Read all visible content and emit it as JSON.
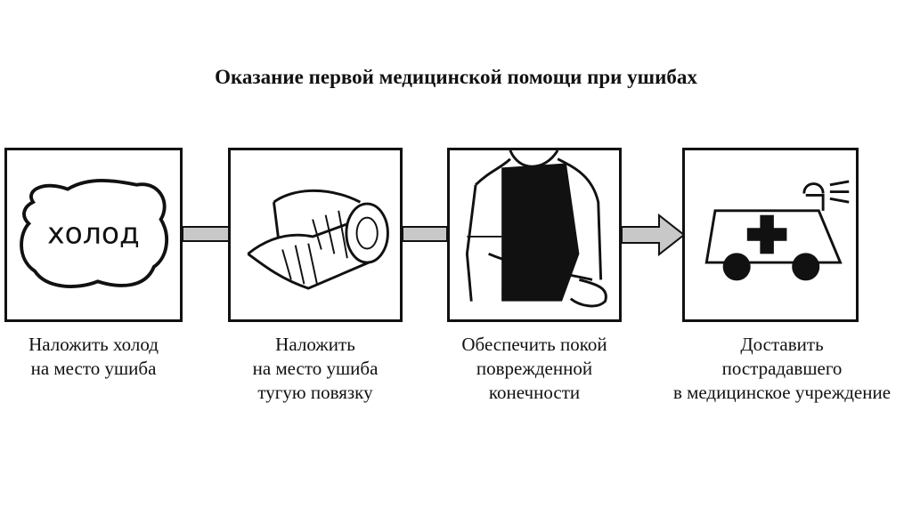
{
  "title": "Оказание первой медицинской помощи при ушибах",
  "steps": [
    {
      "icon": "cold-pack-icon",
      "icon_text": "холод",
      "caption": [
        "Наложить холод",
        "на место ушиба"
      ]
    },
    {
      "icon": "bandage-roll-icon",
      "caption": [
        "Наложить",
        "на место ушиба",
        "тугую повязку"
      ]
    },
    {
      "icon": "arm-sling-icon",
      "caption": [
        "Обеспечить покой",
        "поврежденной",
        "конечности"
      ]
    },
    {
      "icon": "ambulance-icon",
      "caption": [
        "Доставить",
        "пострадавшего",
        "в медицинское учреждение"
      ]
    }
  ],
  "colors": {
    "ink": "#111111",
    "arrow_fill": "#c8c8c8"
  }
}
